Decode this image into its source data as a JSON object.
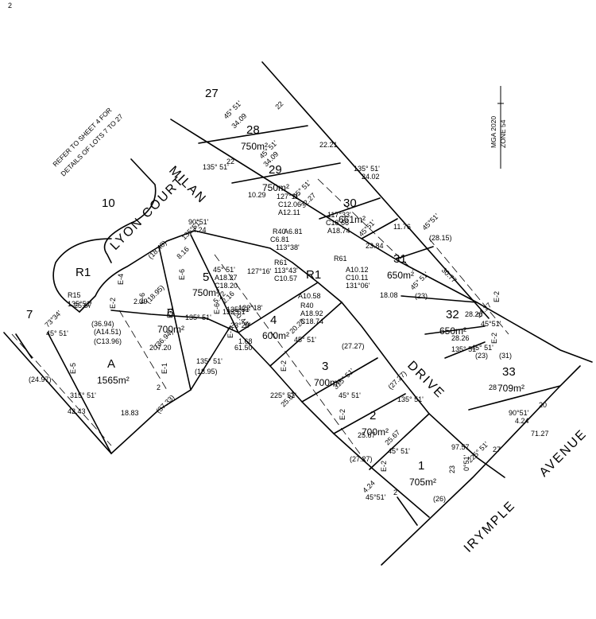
{
  "roads": {
    "milan": "MILAN",
    "lyon_court": "LYON COURT",
    "drive": "DRIVE",
    "irymple": "IRYMPLE",
    "avenue": "AVENUE"
  },
  "notes": {
    "sheet_ref_1": "REFER TO SHEET 4 FOR",
    "sheet_ref_2": "DETAILS OF LOTS 7 TO 27",
    "mga": "MGA 2020",
    "zone": "ZONE 54"
  },
  "lots": [
    {
      "id": "27",
      "area": ""
    },
    {
      "id": "28",
      "area": "750m²"
    },
    {
      "id": "29",
      "area": "750m²"
    },
    {
      "id": "30",
      "area": "661m²"
    },
    {
      "id": "31",
      "area": "650m²"
    },
    {
      "id": "32",
      "area": "650m²"
    },
    {
      "id": "33",
      "area": "709m²"
    },
    {
      "id": "10",
      "area": ""
    },
    {
      "id": "7",
      "area": ""
    },
    {
      "id": "A",
      "area": "1565m²"
    },
    {
      "id": "6",
      "area": "700m²"
    },
    {
      "id": "5",
      "area": "750m²"
    },
    {
      "id": "4",
      "area": "600m²"
    },
    {
      "id": "3",
      "area": "700m²"
    },
    {
      "id": "2",
      "area": "700m²"
    },
    {
      "id": "1",
      "area": "705m²"
    }
  ],
  "reserves": [
    "R1",
    "R1"
  ],
  "dimensions": [
    "45° 51'",
    "34.09",
    "22",
    "135° 51'",
    "22",
    "45° 51'",
    "34.09",
    "22.21",
    "10.29",
    "127°11'",
    "C12.06",
    "A12.11",
    "45° 51'",
    "32.27",
    "135° 51'",
    "24.02",
    "117°33'",
    "C18.66",
    "A18.74",
    "R40",
    "A6.81",
    "C6.81",
    "113°38'",
    "45°51'",
    "23.84",
    "11.76",
    "45°51'",
    "(28.15)",
    "30.77",
    "R61",
    "A10.12",
    "C10.11",
    "131°06'",
    "18.08",
    "45° 51'",
    "(23)",
    "28.26",
    "28.26",
    "135° 51'",
    "45° 51'",
    "(23)",
    "(31)",
    "28",
    "90°51'",
    "4.24",
    "20",
    "71.27",
    "27",
    "225° 51'",
    "90°51'",
    "4.24",
    "135°51'",
    "8.16",
    "(18.40)",
    "45° 51'",
    "A18.27",
    "C18.20",
    "127°16'",
    "R61",
    "113°43'",
    "C10.57",
    "A10.58",
    "R40",
    "A18.92",
    "C18.74",
    "122°18'",
    "(20.44)",
    "23°28'",
    "2.16",
    "135°51'",
    "1.68",
    "20.23",
    "45° 51'",
    "(27.27)",
    "25.67",
    "R15",
    "135°51'",
    "2.39",
    "(18.95)",
    "135° 51'",
    "(36.94)",
    "(A14.51)",
    "(C13.96)",
    "73°34'",
    "45° 51'",
    "(24.97)",
    "315° 51'",
    "42.43",
    "207.20",
    "(36.94)",
    "135° 51'",
    "(18.95)",
    "61.50",
    "5.22",
    "135°51'",
    "2",
    "18.83",
    "(37.33)",
    "225° 51'",
    "25.67",
    "315° 51'",
    "45° 51'",
    "(27.27)",
    "135° 51'",
    "25.67",
    "25.67",
    "45° 51'",
    "(27.27)",
    "97.57",
    "23",
    "0°51'",
    "4.24",
    "45°51'",
    "2",
    "(26)",
    "24.27",
    "45°51'",
    "2"
  ],
  "easements": [
    "E-4",
    "E-6",
    "E-2",
    "E-6",
    "E-1",
    "E-5",
    "E-1",
    "E-6",
    "E-2",
    "E-2",
    "E-2",
    "E-2",
    "E-2",
    "E-2"
  ]
}
